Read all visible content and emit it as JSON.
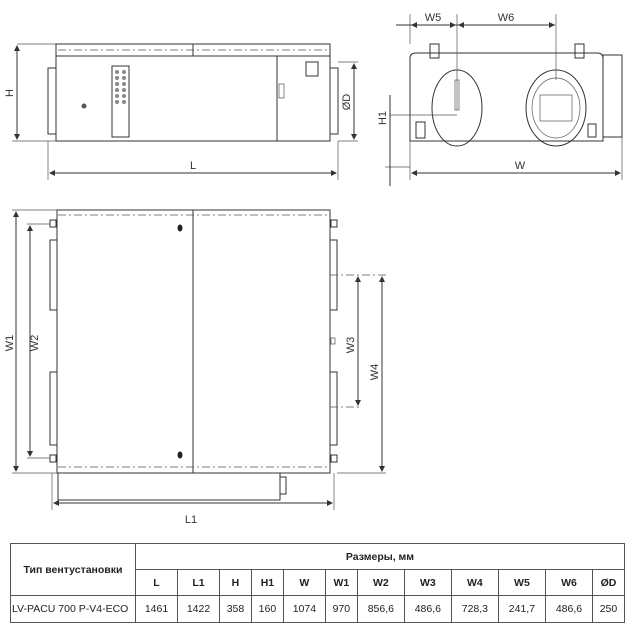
{
  "drawing": {
    "labels": {
      "H": "H",
      "L": "L",
      "D": "ØD",
      "W5": "W5",
      "W6": "W6",
      "H1": "H1",
      "W": "W",
      "W1": "W1",
      "W2": "W2",
      "W3": "W3",
      "W4": "W4",
      "L1": "L1"
    }
  },
  "table": {
    "type_header": "Тип вентустановки",
    "dims_header": "Размеры, мм",
    "columns": [
      "L",
      "L1",
      "H",
      "H1",
      "W",
      "W1",
      "W2",
      "W3",
      "W4",
      "W5",
      "W6",
      "ØD"
    ],
    "rows": [
      {
        "model": "LV-PACU 700 P-V4-ECO",
        "values": [
          "1461",
          "1422",
          "358",
          "160",
          "1074",
          "970",
          "856,6",
          "486,6",
          "728,3",
          "241,7",
          "486,6",
          "250"
        ]
      }
    ]
  }
}
